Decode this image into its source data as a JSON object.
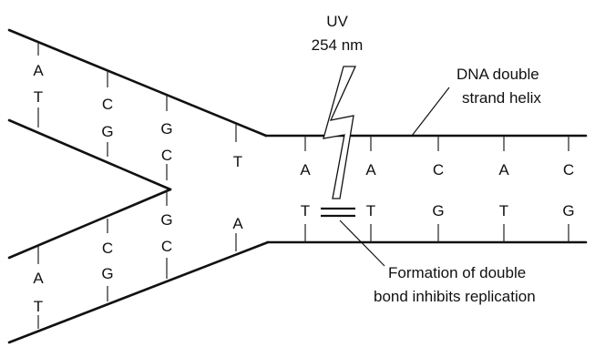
{
  "uv": {
    "line1": "UV",
    "line2": "254 nm"
  },
  "helix_label": {
    "line1": "DNA double",
    "line2": "strand helix"
  },
  "dimer_label": {
    "line1": "Formation of double",
    "line2": "bond inhibits replication"
  },
  "base_pairs": [
    {
      "top": "A",
      "bottom": "T"
    },
    {
      "top": "C",
      "bottom": "G"
    },
    {
      "top": "G",
      "bottom": "C"
    },
    {
      "top": "T",
      "bottom": "A"
    },
    {
      "top": "A",
      "bottom": "T"
    },
    {
      "top": "A",
      "bottom": "T"
    },
    {
      "top": "C",
      "bottom": "G"
    },
    {
      "top": "A",
      "bottom": "T"
    },
    {
      "top": "C",
      "bottom": "G"
    }
  ],
  "lower_fork_pairs": [
    {
      "top": "A",
      "bottom": "T"
    },
    {
      "top": "C",
      "bottom": "G"
    },
    {
      "top": "G",
      "bottom": "C"
    }
  ]
}
